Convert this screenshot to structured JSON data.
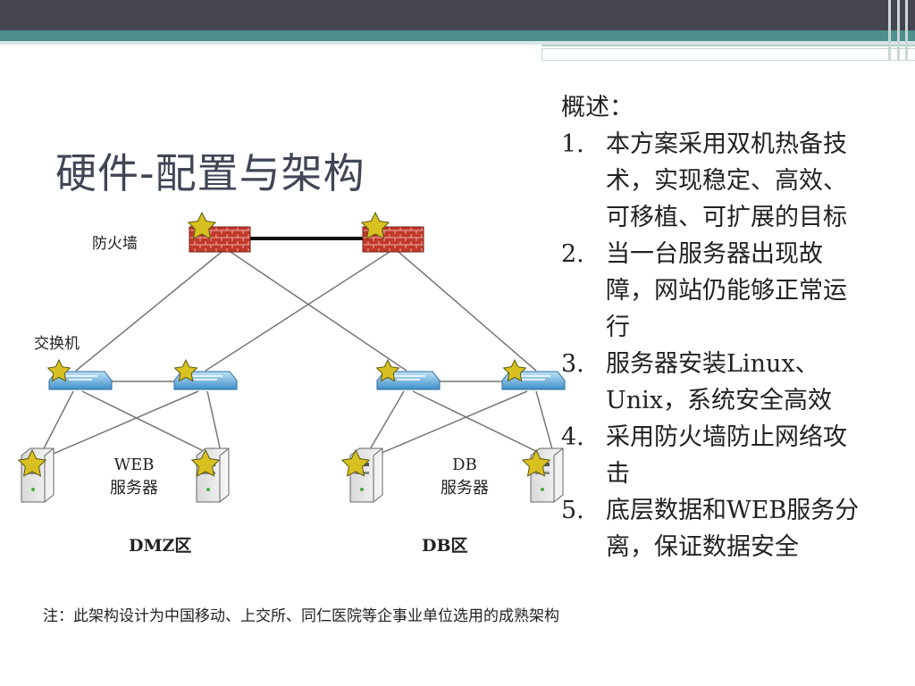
{
  "slide": {
    "title": "硬件-配置与架构",
    "colors": {
      "header_dark": "#454552",
      "header_teal": "#4f8f8f",
      "title_text": "#404655",
      "firewall_red": "#c0392b",
      "switch_blue": "#4fa3d8",
      "star_yellow": "#d8c020"
    }
  },
  "diagram": {
    "labels": {
      "firewall": "防火墙",
      "switch": "交换机",
      "web_server_line1": "WEB",
      "web_server_line2": "服务器",
      "db_server_line1": "DB",
      "db_server_line2": "服务器",
      "dmz_zone": "DMZ区",
      "db_zone": "DB区"
    },
    "icons": [
      "firewall-icon",
      "switch-icon",
      "server-icon",
      "star-icon"
    ]
  },
  "note": "注：此架构设计为中国移动、上交所、同仁医院等企事业单位选用的成熟架构",
  "overview": {
    "heading": "概述：",
    "items": [
      {
        "num": "1.",
        "text": "本方案采用双机热备技术，实现稳定、高效、可移植、可扩展的目标"
      },
      {
        "num": "2.",
        "text": "当一台服务器出现故障，网站仍能够正常运行"
      },
      {
        "num": "3.",
        "text": "服务器安装Linux、Unix，系统安全高效"
      },
      {
        "num": "4.",
        "text": "采用防火墙防止网络攻击"
      },
      {
        "num": "5.",
        "text": "底层数据和WEB服务分离，保证数据安全"
      }
    ]
  }
}
